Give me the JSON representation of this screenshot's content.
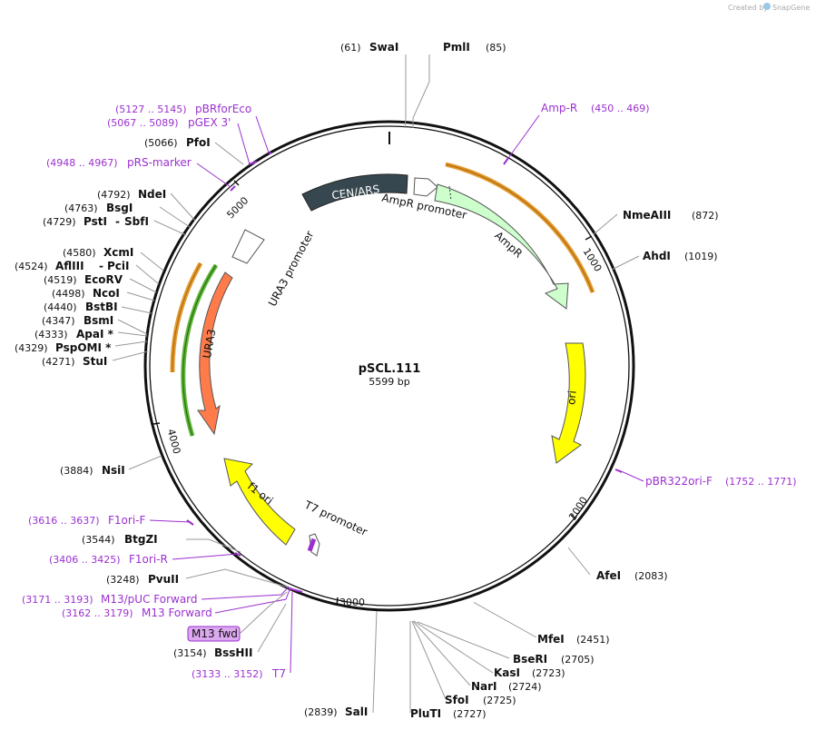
{
  "watermark": {
    "prefix": "Created by",
    "brand": "SnapGene"
  },
  "plasmid": {
    "name": "pSCL.111",
    "length_label": "5599 bp"
  },
  "tick_labels": [
    "1000",
    "2000",
    "3000",
    "4000",
    "5000"
  ],
  "features": [
    {
      "label": "CEN/ARS",
      "color": "#37474f"
    },
    {
      "label": "AmpR promoter",
      "color": "#ffffff"
    },
    {
      "label": "AmpR",
      "color": "#ccffcc"
    },
    {
      "label": "ori",
      "color": "#ffff00"
    },
    {
      "label": "f1 ori",
      "color": "#ffff00"
    },
    {
      "label": "T7 promoter",
      "color": "#ffffff"
    },
    {
      "label": "URA3",
      "color": "#ff7b4a"
    },
    {
      "label": "URA3 promoter",
      "color": "#ffffff"
    }
  ],
  "colors": {
    "primer": "#9b30d0",
    "orf_outline": "#e39b2e",
    "ura3_orf_outline": "#3f9b1a"
  },
  "sites": [
    {
      "pos": "(61)",
      "name": "SwaI"
    },
    {
      "pos": "(85)",
      "name": "PmlI"
    },
    {
      "pos": "(872)",
      "name": "NmeAIII"
    },
    {
      "pos": "(1019)",
      "name": "AhdI"
    },
    {
      "pos": "(2083)",
      "name": "AfeI"
    },
    {
      "pos": "(2451)",
      "name": "MfeI"
    },
    {
      "pos": "(2705)",
      "name": "BseRI"
    },
    {
      "pos": "(2723)",
      "name": "KasI"
    },
    {
      "pos": "(2724)",
      "name": "NarI"
    },
    {
      "pos": "(2725)",
      "name": "SfoI"
    },
    {
      "pos": "(2727)",
      "name": "PluTI"
    },
    {
      "pos": "(2839)",
      "name": "SalI"
    },
    {
      "pos": "(3154)",
      "name": "BssHII"
    },
    {
      "pos": "(3248)",
      "name": "PvuII"
    },
    {
      "pos": "(3544)",
      "name": "BtgZI"
    },
    {
      "pos": "(3884)",
      "name": "NsiI"
    },
    {
      "pos": "(4271)",
      "name": "StuI"
    },
    {
      "pos": "(4329)",
      "name": "PspOMI *"
    },
    {
      "pos": "(4333)",
      "name": "ApaI *"
    },
    {
      "pos": "(4347)",
      "name": "BsmI"
    },
    {
      "pos": "(4440)",
      "name": "BstBI"
    },
    {
      "pos": "(4498)",
      "name": "NcoI"
    },
    {
      "pos": "(4519)",
      "name": "EcoRV"
    },
    {
      "pos": "(4524)",
      "name": "AflIII",
      "name2": "PciI"
    },
    {
      "pos": "(4580)",
      "name": "XcmI"
    },
    {
      "pos": "(4729)",
      "name": "PstI",
      "name2": "SbfI"
    },
    {
      "pos": "(4763)",
      "name": "BsgI"
    },
    {
      "pos": "(4792)",
      "name": "NdeI"
    },
    {
      "pos": "(5066)",
      "name": "PfoI"
    }
  ],
  "primers": [
    {
      "range": "(5127 .. 5145)",
      "name": "pBRforEco"
    },
    {
      "range": "(5067 .. 5089)",
      "name": "pGEX 3'"
    },
    {
      "range": "(4948 .. 4967)",
      "name": "pRS-marker"
    },
    {
      "range": "(450 .. 469)",
      "name": "Amp-R"
    },
    {
      "range": "(1752 .. 1771)",
      "name": "pBR322ori-F"
    },
    {
      "range": "(3616 .. 3637)",
      "name": "F1ori-F"
    },
    {
      "range": "(3406 .. 3425)",
      "name": "F1ori-R"
    },
    {
      "range": "(3171 .. 3193)",
      "name": "M13/pUC Forward"
    },
    {
      "range": "(3162 .. 3179)",
      "name": "M13 Forward"
    },
    {
      "range": "(3133 .. 3152)",
      "name": "T7"
    }
  ],
  "highlight_badge": {
    "label": "M13 fwd"
  }
}
